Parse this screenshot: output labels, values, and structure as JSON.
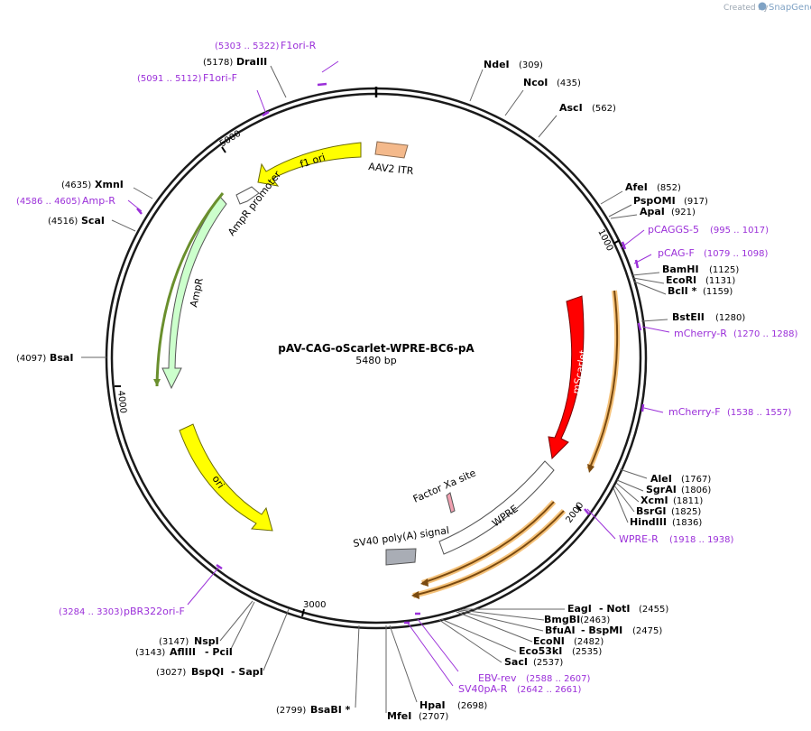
{
  "branding": {
    "created_by": "Created by",
    "app_name": "SnapGene"
  },
  "map": {
    "name": "pAV-CAG-oScarlet-WPRE-BC6-pA",
    "length": "5480 bp",
    "ticks": [
      "1000",
      "2000",
      "3000",
      "4000",
      "5000"
    ]
  },
  "colors": {
    "backbone": "#1a1a1a",
    "yellow": "#ffff00",
    "aav_itr": "#f4b98b",
    "ampr": "#ccffcc",
    "mscarlet": "#ff0000",
    "sv40": "#a9adb5",
    "primer": "#9b30d9",
    "primer_bind": "#f5c27a"
  },
  "features": [
    {
      "label": "AAV2 ITR",
      "color": "aav_itr"
    },
    {
      "label": "f1 ori",
      "color": "yellow"
    },
    {
      "label": "AmpR promoter",
      "color": "white"
    },
    {
      "label": "AmpR",
      "color": "ampr"
    },
    {
      "label": "ori",
      "color": "yellow"
    },
    {
      "label": "mScarlet",
      "color": "mscarlet"
    },
    {
      "label": "WPRE",
      "color": "white"
    },
    {
      "label": "Factor Xa site",
      "color": "pink"
    },
    {
      "label": "SV40 poly(A) signal",
      "color": "sv40"
    }
  ],
  "enzymes": [
    {
      "name": "NdeI",
      "pos": "(309)"
    },
    {
      "name": "NcoI",
      "pos": "(435)"
    },
    {
      "name": "AscI",
      "pos": "(562)"
    },
    {
      "name": "AfeI",
      "pos": "(852)"
    },
    {
      "name": "PspOMI",
      "pos": "(917)"
    },
    {
      "name": "ApaI",
      "pos": "(921)"
    },
    {
      "name": "BamHI",
      "pos": "(1125)"
    },
    {
      "name": "EcoRI",
      "pos": "(1131)"
    },
    {
      "name": "BclI *",
      "pos": "(1159)"
    },
    {
      "name": "BstEII",
      "pos": "(1280)"
    },
    {
      "name": "AleI",
      "pos": "(1767)"
    },
    {
      "name": "SgrAI",
      "pos": "(1806)"
    },
    {
      "name": "XcmI",
      "pos": "(1811)"
    },
    {
      "name": "BsrGI",
      "pos": "(1825)"
    },
    {
      "name": "HindIII",
      "pos": "(1836)"
    },
    {
      "name": "EagI",
      "name2": "- NotI",
      "pos": "(2455)"
    },
    {
      "name": "BmgBI",
      "pos": "(2463)"
    },
    {
      "name": "BfuAI",
      "name2": "- BspMI",
      "pos": "(2475)"
    },
    {
      "name": "EcoNI",
      "pos": "(2482)"
    },
    {
      "name": "Eco53kI",
      "pos": "(2535)"
    },
    {
      "name": "SacI",
      "pos": "(2537)"
    },
    {
      "name": "HpaI",
      "pos": "(2698)"
    },
    {
      "name": "MfeI",
      "pos": "(2707)"
    },
    {
      "name": "BsaBI *",
      "pos": "(2799)"
    },
    {
      "name": "BspQI",
      "name2": "- SapI",
      "pos": "(3027)"
    },
    {
      "name": "AflIII",
      "name2": "- PciI",
      "pos": "(3143)"
    },
    {
      "name": "NspI",
      "pos": "(3147)"
    },
    {
      "name": "BsaI",
      "pos": "(4097)"
    },
    {
      "name": "ScaI",
      "pos": "(4516)"
    },
    {
      "name": "XmnI",
      "pos": "(4635)"
    },
    {
      "name": "DraIII",
      "pos": "(5178)"
    }
  ],
  "primers": [
    {
      "name": "F1ori-R",
      "pos": "(5303 .. 5322)"
    },
    {
      "name": "F1ori-F",
      "pos": "(5091 .. 5112)"
    },
    {
      "name": "Amp-R",
      "pos": "(4586 .. 4605)"
    },
    {
      "name": "pCAGGS-5",
      "pos": "(995 .. 1017)"
    },
    {
      "name": "pCAG-F",
      "pos": "(1079 .. 1098)"
    },
    {
      "name": "mCherry-R",
      "pos": "(1270 .. 1288)"
    },
    {
      "name": "mCherry-F",
      "pos": "(1538 .. 1557)"
    },
    {
      "name": "WPRE-R",
      "pos": "(1918 .. 1938)"
    },
    {
      "name": "EBV-rev",
      "pos": "(2588 .. 2607)"
    },
    {
      "name": "SV40pA-R",
      "pos": "(2642 .. 2661)"
    },
    {
      "name": "pBR322ori-F",
      "pos": "(3284 .. 3303)"
    }
  ]
}
